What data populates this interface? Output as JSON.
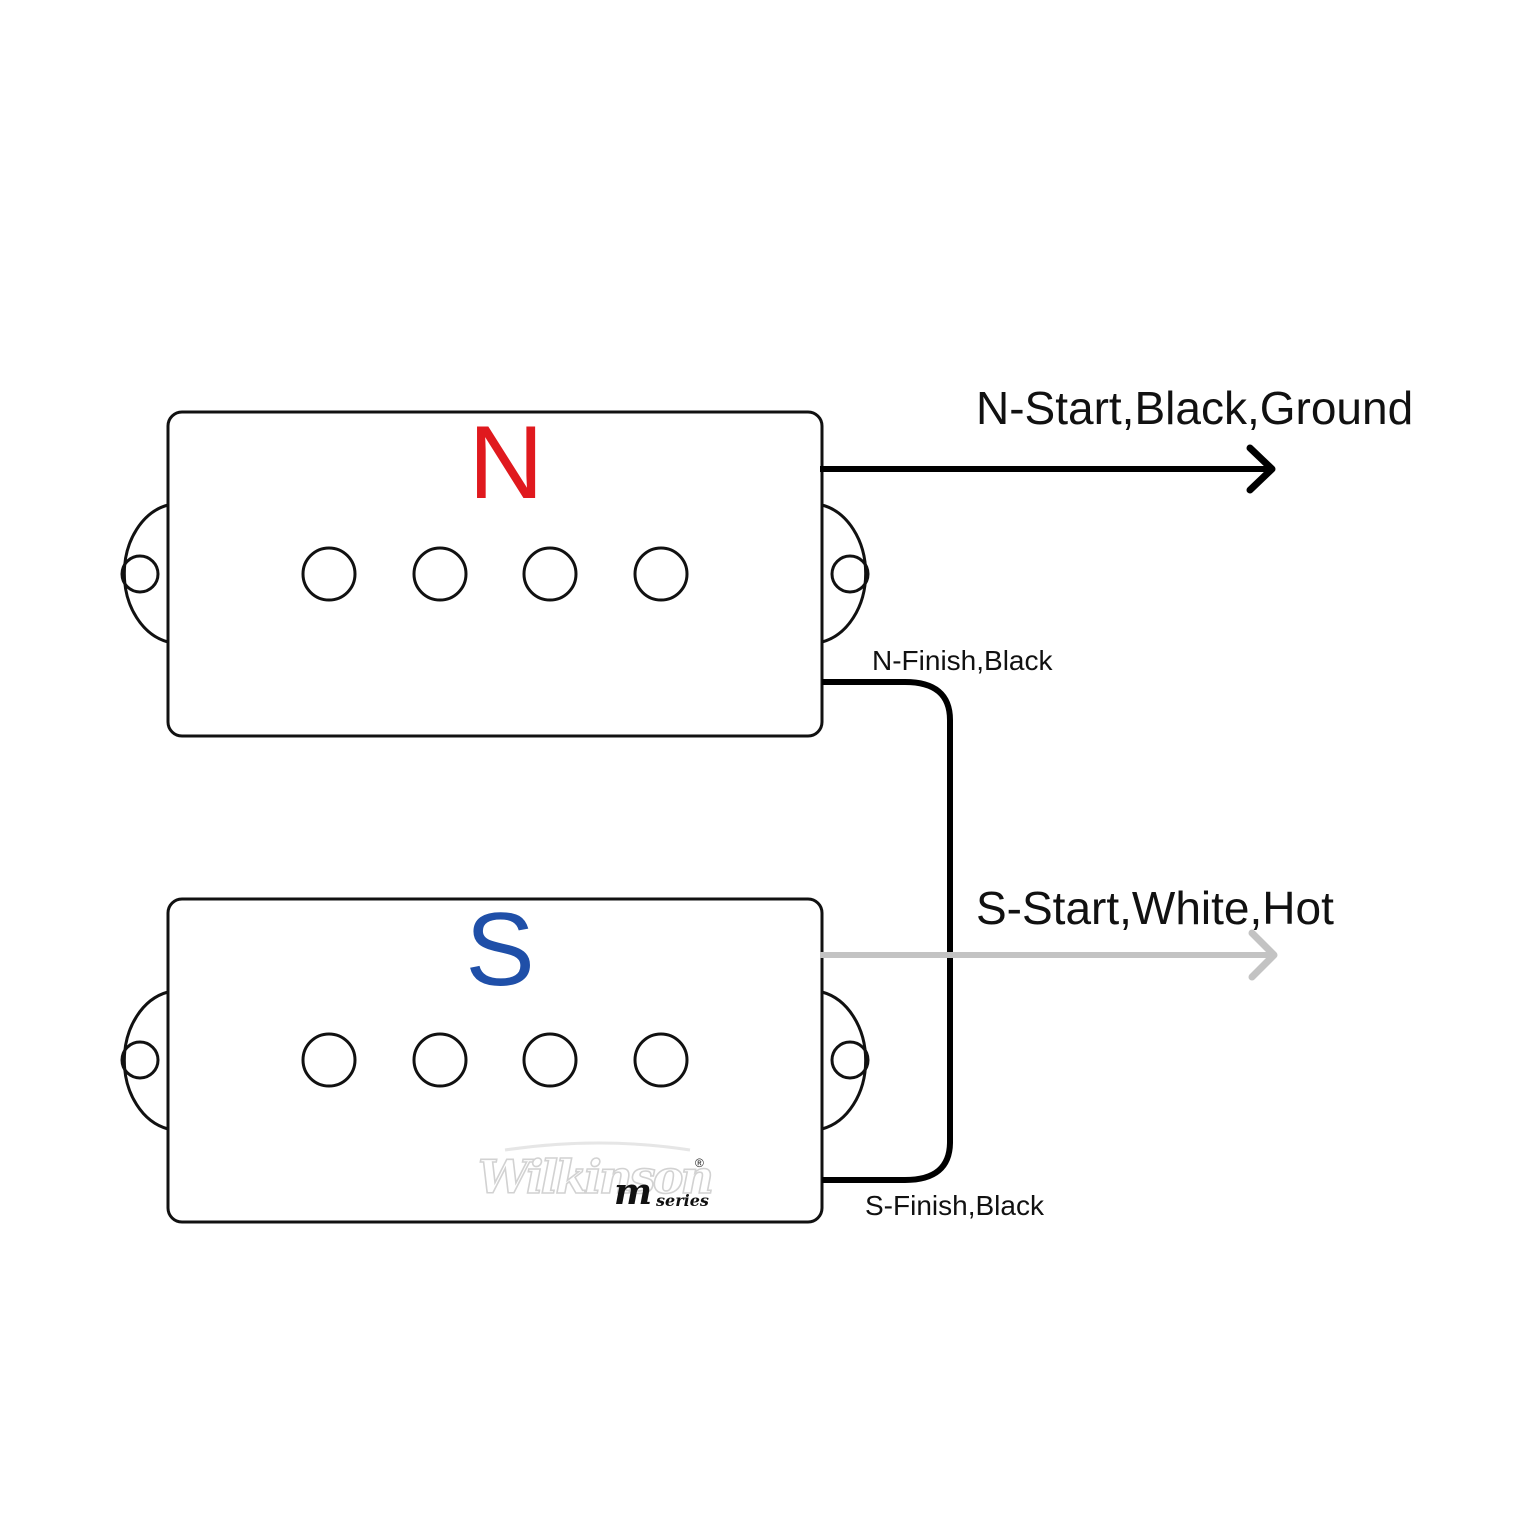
{
  "pickups": [
    {
      "pole_letter": "N"
    },
    {
      "pole_letter": "S"
    }
  ],
  "wires": {
    "n_start": "N-Start,Black,Ground",
    "n_finish": "N-Finish,Black",
    "s_start": "S-Start,White,Hot",
    "s_finish": "S-Finish,Black"
  },
  "logo": {
    "brand": "Wilkinson",
    "registered_mark": "®",
    "series_letter": "m",
    "series_word": "series"
  },
  "colors": {
    "north": "#e0191e",
    "south": "#1f4fa8",
    "black_wire": "#000000",
    "white_wire": "#c3c3c3"
  }
}
